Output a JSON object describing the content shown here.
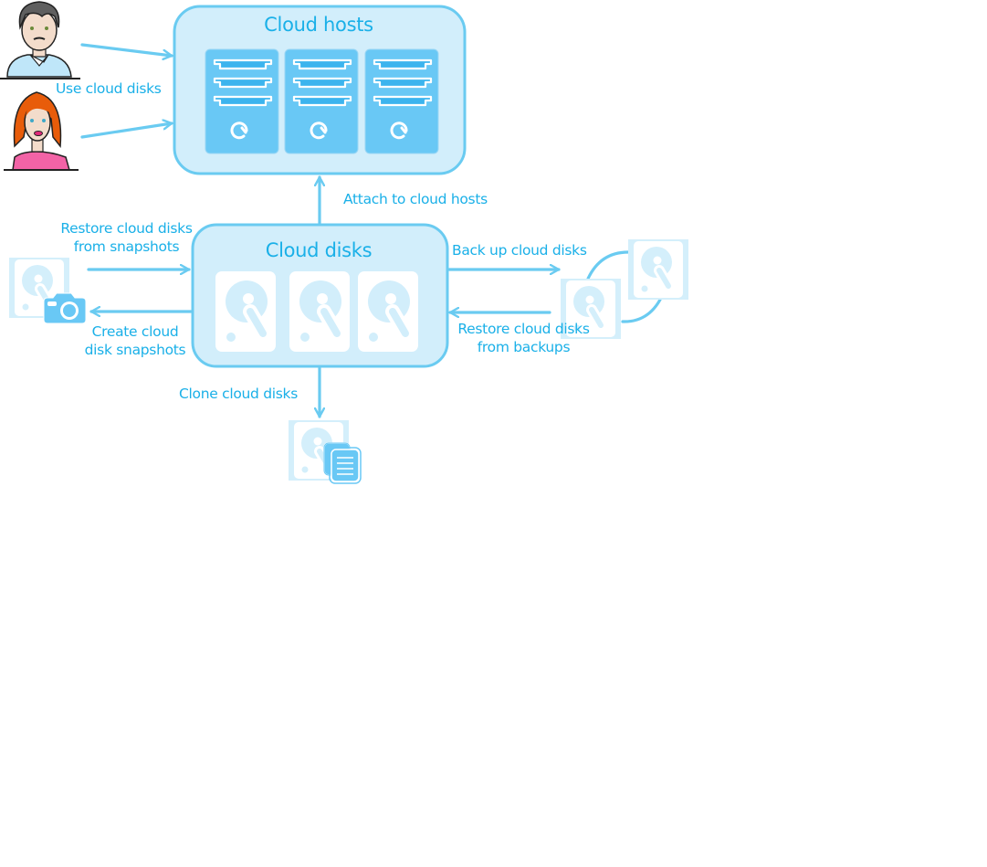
{
  "colors": {
    "accent_text": "#1ab0e8",
    "line": "#6acbf1",
    "box_fill": "#d2eefb",
    "box_stroke": "#6acbf1",
    "server_fill": "#69c8f5",
    "disk_tile_fill": "#ffffff",
    "disk_glyph": "#d2eefb",
    "pale_disk": "#d4effb"
  },
  "nodes": {
    "cloud_hosts": {
      "title": "Cloud hosts",
      "servers": [
        {
          "icon": "server-icon"
        },
        {
          "icon": "server-icon"
        },
        {
          "icon": "server-icon"
        }
      ]
    },
    "cloud_disks": {
      "title": "Cloud disks",
      "disks": [
        {
          "icon": "hard-disk-icon"
        },
        {
          "icon": "hard-disk-icon"
        },
        {
          "icon": "hard-disk-icon"
        }
      ]
    },
    "users": [
      {
        "icon": "male-user-avatar-icon"
      },
      {
        "icon": "female-user-avatar-icon"
      }
    ],
    "snapshot": {
      "icon": "disk-snapshot-camera-icon"
    },
    "backup": {
      "icon": "disk-backup-pair-icon"
    },
    "clone": {
      "icon": "disk-clone-copy-icon"
    }
  },
  "edges": {
    "use": "Use cloud disks",
    "attach": "Attach to cloud hosts",
    "restore_snap_1": "Restore cloud disks",
    "restore_snap_2": "from snapshots",
    "create_snap_1": "Create cloud",
    "create_snap_2": "disk snapshots",
    "backup": "Back up cloud disks",
    "restore_backup_1": "Restore cloud disks",
    "restore_backup_2": "from backups",
    "clone": "Clone cloud disks"
  }
}
